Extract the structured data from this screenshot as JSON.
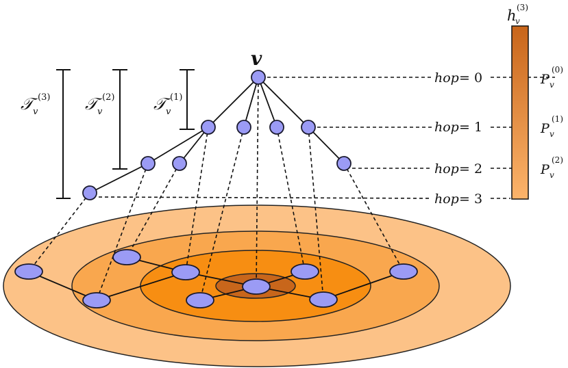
{
  "root_label": "v",
  "hop_labels": [
    {
      "text": "hop",
      "value": "= 0"
    },
    {
      "text": "hop",
      "value": "= 1"
    },
    {
      "text": "hop",
      "value": "= 2"
    },
    {
      "text": "hop",
      "value": "= 3"
    }
  ],
  "subtree_labels": [
    {
      "symbol": "𝒯",
      "sub": "v",
      "sup": "(3)"
    },
    {
      "symbol": "𝒯",
      "sub": "v",
      "sup": "(2)"
    },
    {
      "symbol": "𝒯",
      "sub": "v",
      "sup": "(1)"
    }
  ],
  "p_labels": [
    {
      "symbol": "P",
      "sub": "v",
      "sup": "(0)"
    },
    {
      "symbol": "P",
      "sub": "v",
      "sup": "(1)"
    },
    {
      "symbol": "P",
      "sub": "v",
      "sup": "(2)"
    }
  ],
  "h_label": {
    "symbol": "h",
    "sub": "v",
    "sup": "(3)"
  },
  "colors": {
    "node_fill": "#9b9bf5",
    "node_stroke": "#1a1a2e",
    "ring_outer": "#fcc287",
    "ring_2": "#f9a74e",
    "ring_3": "#f7941d",
    "ring_center": "#c96e1a",
    "bar_top": "#c8651a",
    "bar_bottom": "#fcb46b"
  }
}
